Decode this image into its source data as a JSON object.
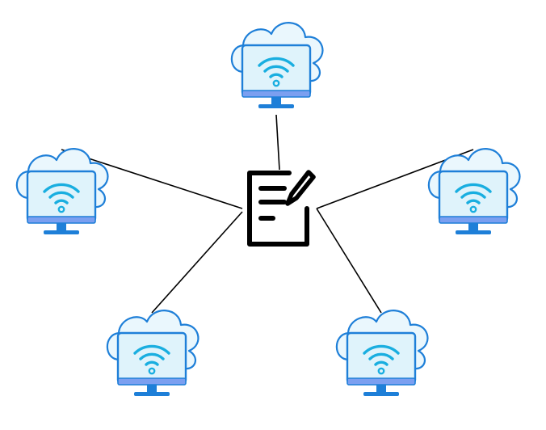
{
  "diagram": {
    "type": "star-network",
    "hub": {
      "icon": "document-edit-icon"
    },
    "nodes": [
      {
        "id": "top",
        "icon": "cloud-monitor-wifi-icon"
      },
      {
        "id": "left",
        "icon": "cloud-monitor-wifi-icon"
      },
      {
        "id": "right",
        "icon": "cloud-monitor-wifi-icon"
      },
      {
        "id": "bottom-left",
        "icon": "cloud-monitor-wifi-icon"
      },
      {
        "id": "bottom-right",
        "icon": "cloud-monitor-wifi-icon"
      }
    ],
    "colors": {
      "outline": "#1e7fd8",
      "screen_fill": "#dff3fb",
      "cloud_fill": "#eaf7fd",
      "wifi": "#19aee0",
      "base": "#7b9ff0",
      "hub": "#000000",
      "connector": "#000000"
    }
  }
}
